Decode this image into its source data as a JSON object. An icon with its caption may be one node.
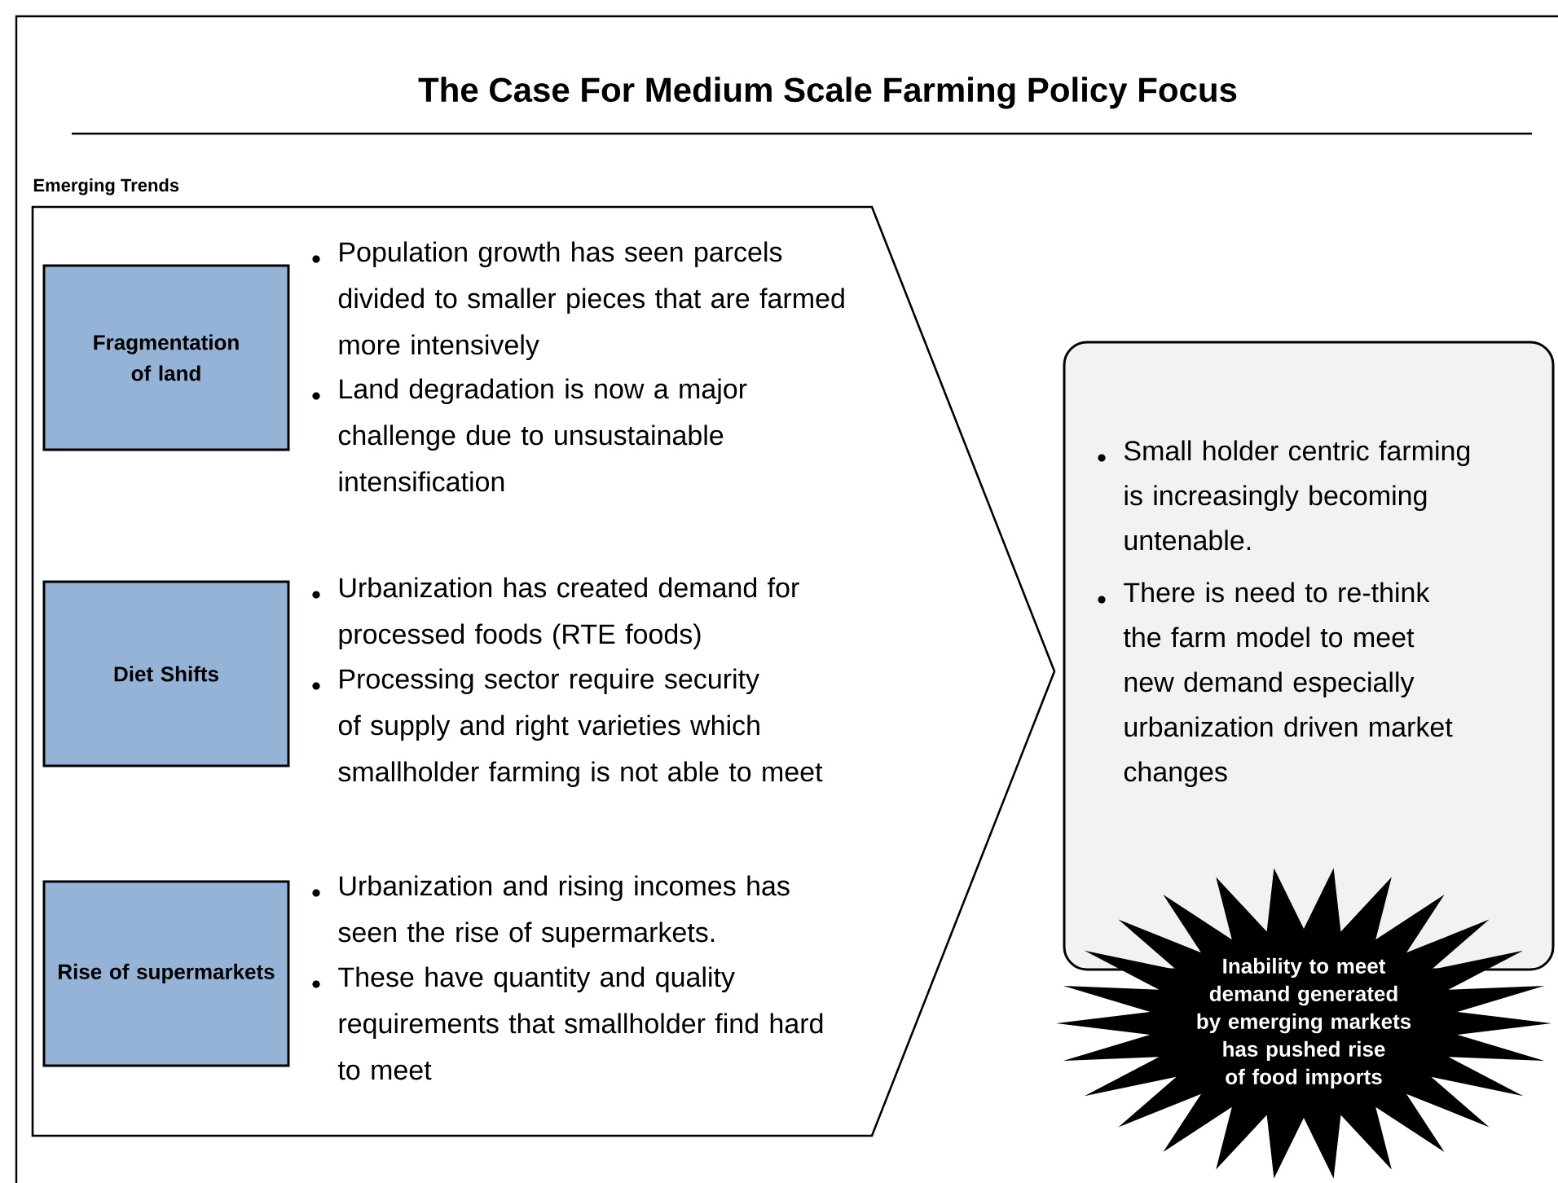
{
  "diagram": {
    "title": "The Case For Medium Scale Farming Policy Focus",
    "nodes": [
      {
        "text": [
          "Emerging Trends"
        ]
      },
      {
        "text": [
          "Fragmentation of land"
        ],
        "in": 0,
        "beside": [
          "Population growth has seen parcels divided to smaller pieces that are farmed more intensively",
          "Land degradation is now a major challenge due to unsustainable intensification"
        ]
      },
      {
        "text": [
          "Diet Shifts"
        ],
        "in": 0,
        "beside": [
          "Urbanization has created demand for processed foods (RTE foods)",
          "Processing sector require security of supply and right varieties which smallholder farming is not able to meet"
        ]
      },
      {
        "text": [
          "Rise of supermarkets"
        ],
        "in": 0,
        "beside": [
          "Urbanization and rising incomes has seen the rise of supermarkets.",
          "These have quantity and quality requirements that smallholder find hard to meet"
        ]
      },
      {
        "text": [
          "Small holder centric farming is increasingly becoming untenable.",
          "There is need to re-think the farm model to meet new demand especially urbanization driven market changes"
        ]
      },
      {
        "text": [
          "Inability to meet demand generated by emerging markets has pushed rise of food imports"
        ]
      }
    ]
  }
}
